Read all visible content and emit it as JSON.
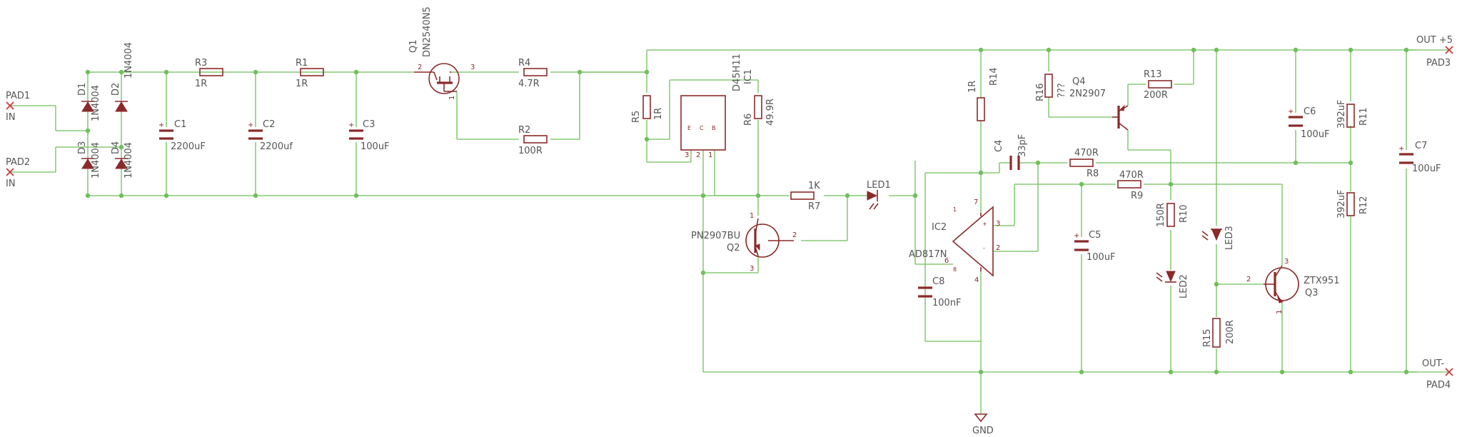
{
  "pads": {
    "pad1": {
      "name": "PAD1",
      "net": "IN"
    },
    "pad2": {
      "name": "PAD2",
      "net": "IN"
    },
    "pad3": {
      "name": "PAD3",
      "net": "OUT +5"
    },
    "pad4": {
      "name": "PAD4",
      "net": "OUT-"
    }
  },
  "diodes": {
    "d1": {
      "ref": "D1",
      "value": "1N4004"
    },
    "d2": {
      "ref": "D2",
      "value": "1N4004"
    },
    "d3": {
      "ref": "D3",
      "value": "1N4004"
    },
    "d4": {
      "ref": "D4",
      "value": "1N4004"
    }
  },
  "capacitors": {
    "c1": {
      "ref": "C1",
      "value": "2200uF"
    },
    "c2": {
      "ref": "C2",
      "value": "2200uf"
    },
    "c3": {
      "ref": "C3",
      "value": "100uF"
    },
    "c4": {
      "ref": "C4",
      "value": "33pF"
    },
    "c5": {
      "ref": "C5",
      "value": "100uF"
    },
    "c6": {
      "ref": "C6",
      "value": "100uF"
    },
    "c7": {
      "ref": "C7",
      "value": "100uF"
    },
    "c8": {
      "ref": "C8",
      "value": "100nF"
    }
  },
  "resistors": {
    "r1": {
      "ref": "R1",
      "value": "1R"
    },
    "r2": {
      "ref": "R2",
      "value": "100R"
    },
    "r3": {
      "ref": "R3",
      "value": "1R"
    },
    "r4": {
      "ref": "R4",
      "value": "4.7R"
    },
    "r5": {
      "ref": "R5",
      "value": "1R"
    },
    "r6": {
      "ref": "R6",
      "value": "49.9R"
    },
    "r7": {
      "ref": "R7",
      "value": "1K"
    },
    "r8": {
      "ref": "R8",
      "value": "470R"
    },
    "r9": {
      "ref": "R9",
      "value": "470R"
    },
    "r10": {
      "ref": "R10",
      "value": "150R"
    },
    "r11": {
      "ref": "R11",
      "value": "392uF"
    },
    "r12": {
      "ref": "R12",
      "value": "392uF"
    },
    "r13": {
      "ref": "R13",
      "value": "200R"
    },
    "r14": {
      "ref": "R14",
      "value": "1R"
    },
    "r15": {
      "ref": "R15",
      "value": "200R"
    },
    "r16": {
      "ref": "R16",
      "value": "???"
    }
  },
  "transistors": {
    "q1": {
      "ref": "Q1",
      "value": "DN2540N5"
    },
    "q2": {
      "ref": "Q2",
      "value": "PN2907BU"
    },
    "q3": {
      "ref": "Q3",
      "value": "ZTX951"
    },
    "q4": {
      "ref": "Q4",
      "value": "2N2907"
    }
  },
  "ics": {
    "ic1": {
      "ref": "IC1",
      "value": "D45H11",
      "pins": [
        "E",
        "C",
        "B"
      ]
    },
    "ic2": {
      "ref": "IC2",
      "value": "AD817N"
    }
  },
  "leds": {
    "led1": "LED1",
    "led2": "LED2",
    "led3": "LED3"
  },
  "gnd": "GND",
  "colors": {
    "wire": "#6fbf5a",
    "component": "#8b2a2a",
    "label": "#555555",
    "pad_marker": "#c73a3a"
  }
}
